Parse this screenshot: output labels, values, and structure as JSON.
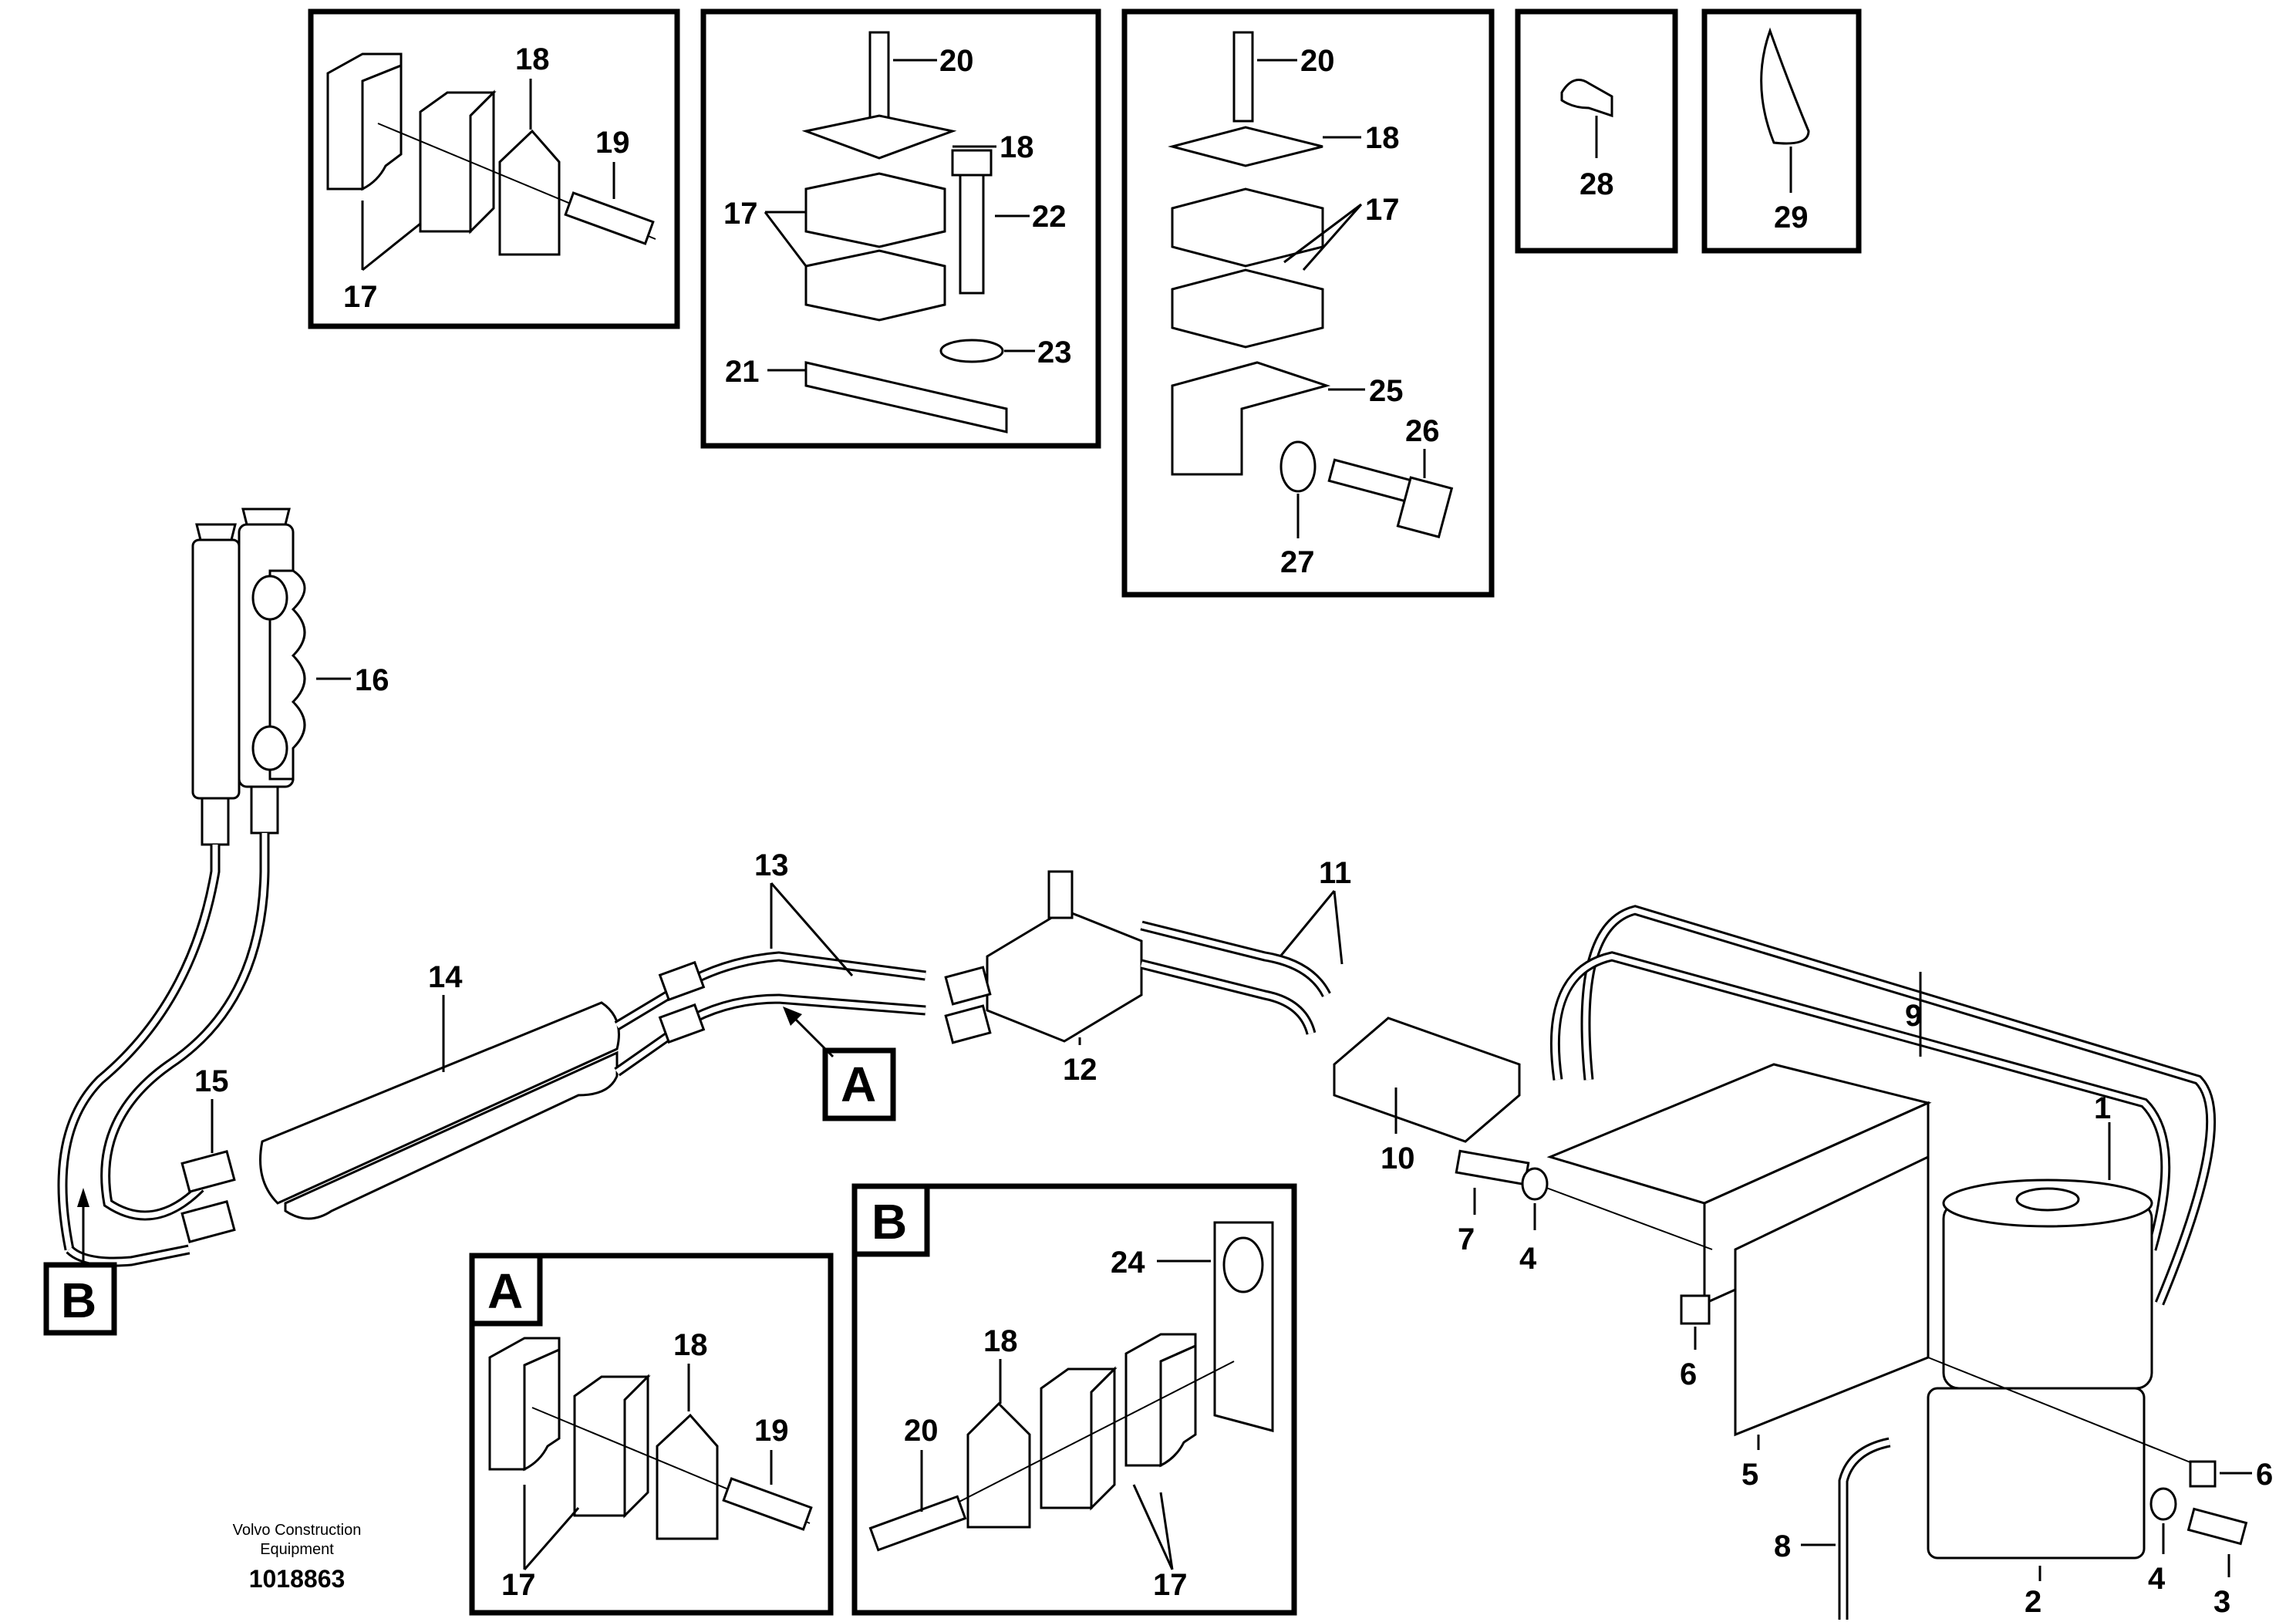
{
  "callouts": {
    "c1": "1",
    "c2": "2",
    "c3": "3",
    "c4": "4",
    "c5": "5",
    "c6": "6",
    "c7": "7",
    "c8": "8",
    "c9": "9",
    "c10": "10",
    "c11": "11",
    "c12": "12",
    "c13": "13",
    "c14": "14",
    "c15": "15",
    "c16": "16",
    "c17": "17",
    "c18": "18",
    "c19": "19",
    "c20": "20",
    "c21": "21",
    "c22": "22",
    "c23": "23",
    "c24": "24",
    "c25": "25",
    "c26": "26",
    "c27": "27",
    "c28": "28",
    "c29": "29"
  },
  "section_labels": {
    "a": "A",
    "b": "B"
  },
  "footer": {
    "credit_line1": "Volvo Construction",
    "credit_line2": "Equipment",
    "drawing_number": "1018863"
  }
}
